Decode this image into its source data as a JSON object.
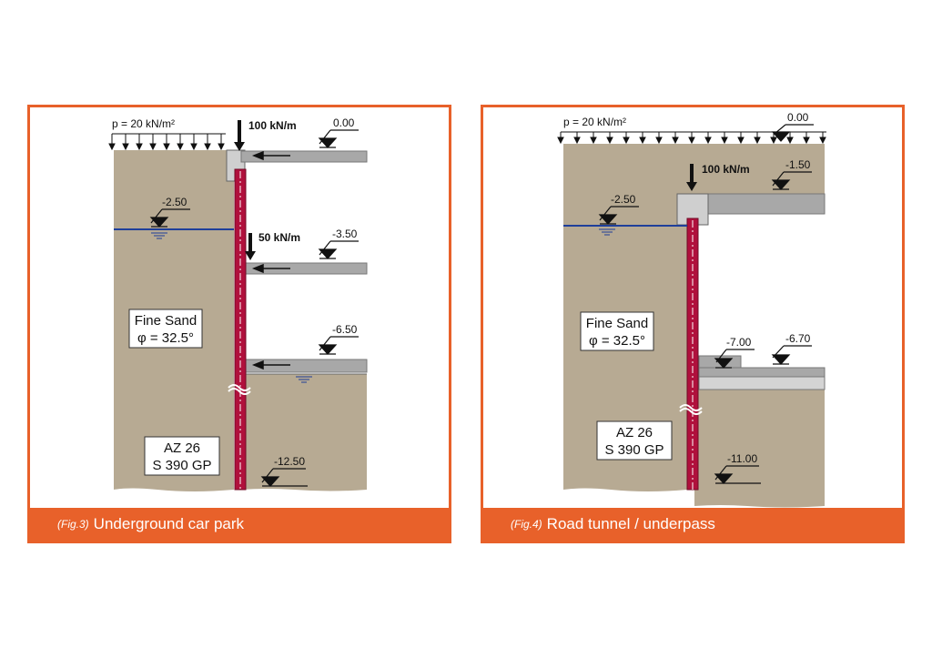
{
  "figures": [
    {
      "ref": "(Fig.3)",
      "title": "Underground car park",
      "surcharge": "p = 20 kN/m²",
      "load_top": "100 kN/m",
      "load_mid": "50 kN/m",
      "levels": {
        "top": "0.00",
        "water": "-2.50",
        "slab2": "-3.50",
        "slab3": "-6.50",
        "toe": "-12.50"
      },
      "soil": {
        "name": "Fine Sand",
        "phi": "φ = 32.5°"
      },
      "pile": {
        "section": "AZ 26",
        "grade": "S 390 GP"
      }
    },
    {
      "ref": "(Fig.4)",
      "title": "Road tunnel / underpass",
      "surcharge": "p = 20 kN/m²",
      "load_top": "100 kN/m",
      "levels": {
        "top": "0.00",
        "roof": "-1.50",
        "water": "-2.50",
        "base_left": "-7.00",
        "base_right": "-6.70",
        "toe": "-11.00"
      },
      "soil": {
        "name": "Fine Sand",
        "phi": "φ = 32.5°"
      },
      "pile": {
        "section": "AZ 26",
        "grade": "S 390 GP"
      }
    }
  ],
  "colors": {
    "accent": "#e8612a",
    "soil": "#b7aa93",
    "slab": "#a8a8a8",
    "pile": "#b0103c",
    "water": "#1f3f9a"
  }
}
